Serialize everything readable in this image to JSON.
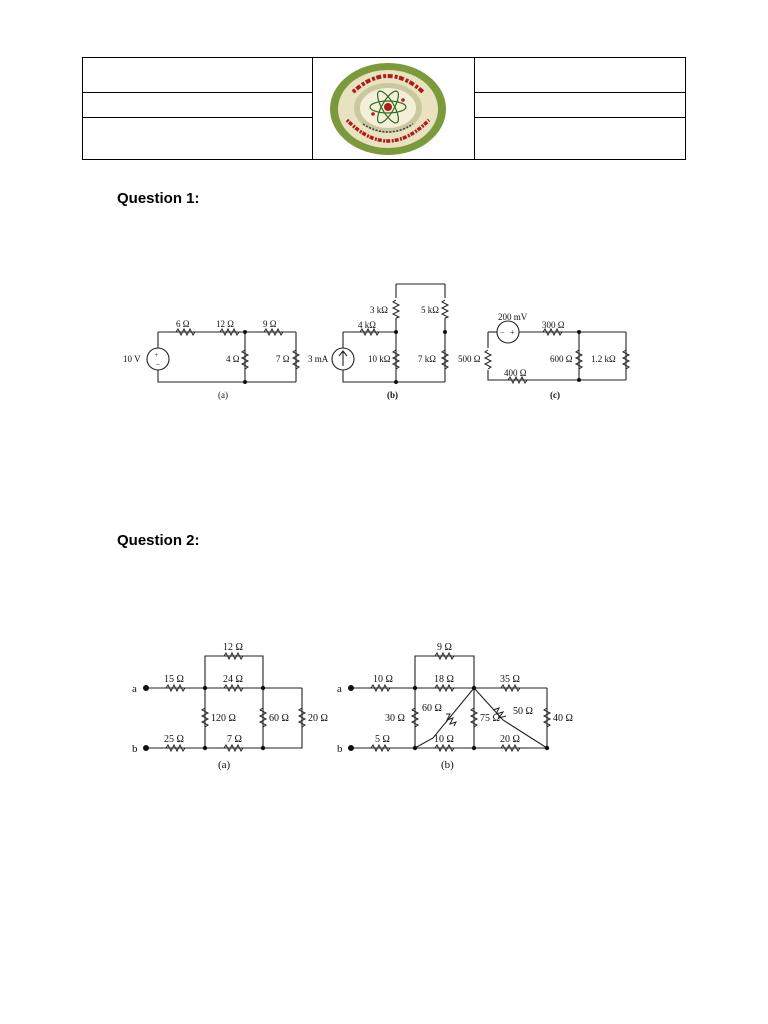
{
  "header": {
    "left_cells": [
      "",
      "",
      ""
    ],
    "right_cells": [
      "",
      "",
      ""
    ],
    "logo": {
      "arabic_text": "قسم الهندسة الكهربائية",
      "english_text": "Electrical Engineering Department",
      "colors": {
        "outer_ring": "#7a9a3c",
        "inner": "#f2e7c6",
        "text": "#b01c1c",
        "atom": "#2e6b1e"
      }
    }
  },
  "questions": [
    {
      "title": "Question 1:",
      "circuits": [
        {
          "caption": "(a)",
          "labels": {
            "source": "10 V",
            "r1": "6 Ω",
            "r2": "12 Ω",
            "r3": "9 Ω",
            "r4": "4 Ω",
            "r5": "7 Ω"
          }
        },
        {
          "caption": "(b)",
          "labels": {
            "source": "3 mA",
            "r1": "3 kΩ",
            "r2": "5 kΩ",
            "r3": "4 kΩ",
            "r4": "10 kΩ",
            "r5": "7 kΩ"
          }
        },
        {
          "caption": "(c)",
          "labels": {
            "source": "200 mV",
            "r1": "300 Ω",
            "r2": "500 Ω",
            "r3": "600 Ω",
            "r4": "1.2 kΩ",
            "r5": "400 Ω"
          }
        }
      ]
    },
    {
      "title": "Question 2:",
      "circuits": [
        {
          "caption": "(a)",
          "labels": {
            "a": "a",
            "b": "b",
            "r1": "12 Ω",
            "r2": "15 Ω",
            "r3": "24 Ω",
            "r4": "120 Ω",
            "r5": "60 Ω",
            "r6": "20 Ω",
            "r7": "25 Ω",
            "r8": "7 Ω"
          }
        },
        {
          "caption": "(b)",
          "labels": {
            "a": "a",
            "b": "b",
            "r1": "9 Ω",
            "r2": "10 Ω",
            "r3": "18 Ω",
            "r4": "35 Ω",
            "r5": "30 Ω",
            "r6": "60 Ω",
            "r7": "75 Ω",
            "r8": "50 Ω",
            "r9": "40 Ω",
            "r10": "5 Ω",
            "r11": "10 Ω",
            "r12": "20 Ω"
          }
        }
      ]
    }
  ]
}
